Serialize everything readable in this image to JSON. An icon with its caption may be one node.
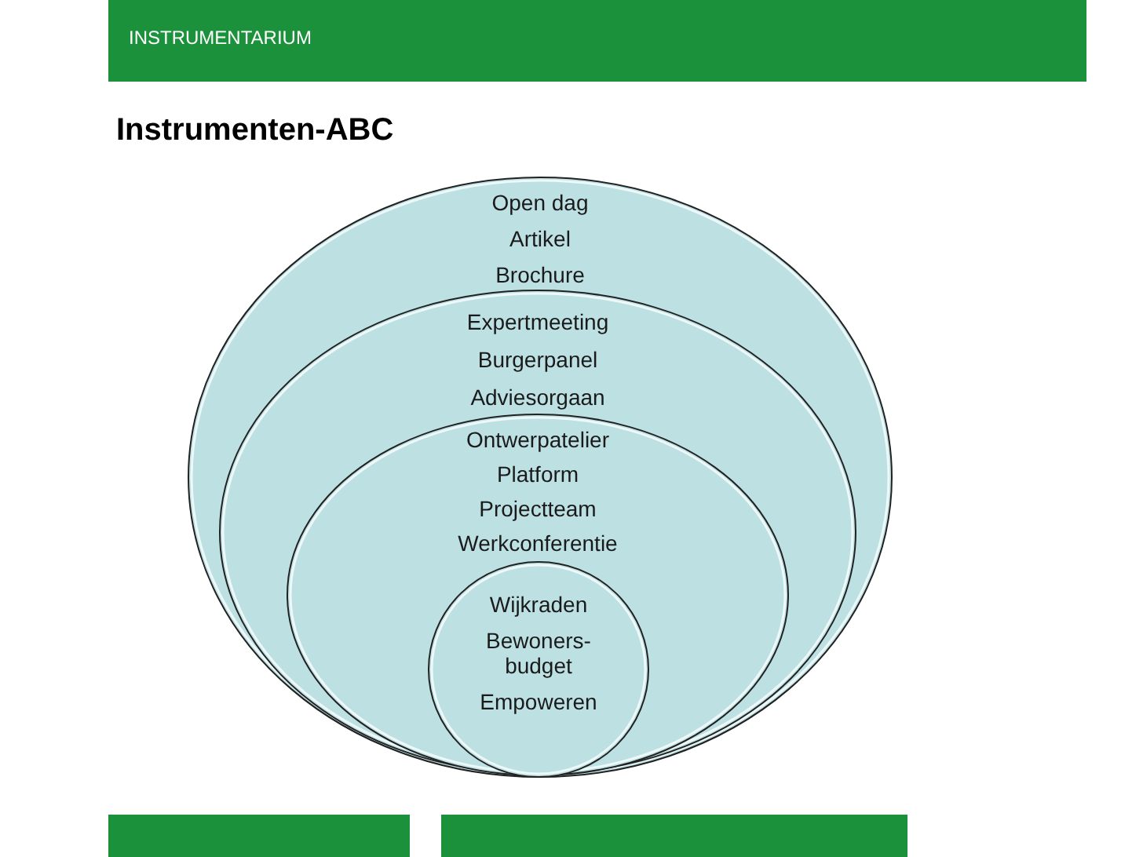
{
  "diagram": {
    "title": "Instrumenten-ABC",
    "nodes": [
      {
        "text": [
          "Open dag",
          "Artikel",
          "Brochure"
        ]
      },
      {
        "text": [
          "Expertmeeting",
          "Burgerpanel",
          "Adviesorgaan"
        ],
        "in": 0
      },
      {
        "text": [
          "Ontwerpatelier",
          "Platform",
          "Projectteam",
          "Werkconferentie"
        ],
        "in": 1
      },
      {
        "text": [
          "Wijkraden",
          "Bewoners- budget",
          "Empoweren"
        ],
        "in": 2
      }
    ],
    "labels": [
      "INSTRUMENTARIUM"
    ]
  }
}
